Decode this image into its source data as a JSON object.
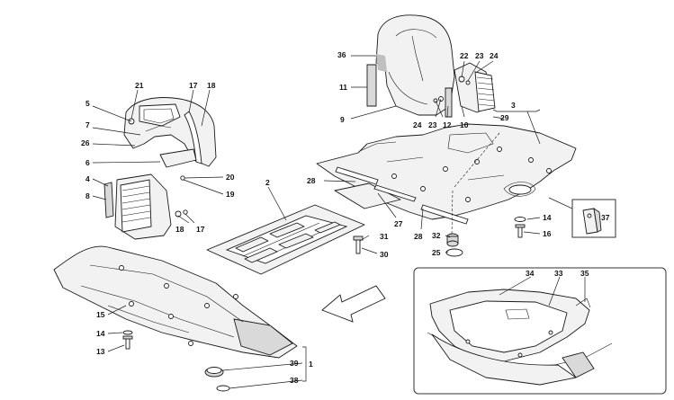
{
  "callouts": [
    {
      "id": "c1",
      "text": "1"
    },
    {
      "id": "c2",
      "text": "2"
    },
    {
      "id": "c3",
      "text": "3"
    },
    {
      "id": "c4",
      "text": "4"
    },
    {
      "id": "c5",
      "text": "5"
    },
    {
      "id": "c6",
      "text": "6"
    },
    {
      "id": "c7",
      "text": "7"
    },
    {
      "id": "c8",
      "text": "8"
    },
    {
      "id": "c9",
      "text": "9"
    },
    {
      "id": "c10",
      "text": "10"
    },
    {
      "id": "c11",
      "text": "11"
    },
    {
      "id": "c12",
      "text": "12"
    },
    {
      "id": "c13",
      "text": "13"
    },
    {
      "id": "c14a",
      "text": "14"
    },
    {
      "id": "c14b",
      "text": "14"
    },
    {
      "id": "c15",
      "text": "15"
    },
    {
      "id": "c16",
      "text": "16"
    },
    {
      "id": "c17a",
      "text": "17"
    },
    {
      "id": "c17b",
      "text": "17"
    },
    {
      "id": "c18a",
      "text": "18"
    },
    {
      "id": "c18b",
      "text": "18"
    },
    {
      "id": "c19",
      "text": "19"
    },
    {
      "id": "c20",
      "text": "20"
    },
    {
      "id": "c21",
      "text": "21"
    },
    {
      "id": "c22",
      "text": "22"
    },
    {
      "id": "c23a",
      "text": "23"
    },
    {
      "id": "c23b",
      "text": "23"
    },
    {
      "id": "c24a",
      "text": "24"
    },
    {
      "id": "c24b",
      "text": "24"
    },
    {
      "id": "c25",
      "text": "25"
    },
    {
      "id": "c26",
      "text": "26"
    },
    {
      "id": "c27",
      "text": "27"
    },
    {
      "id": "c28a",
      "text": "28"
    },
    {
      "id": "c28b",
      "text": "28"
    },
    {
      "id": "c29",
      "text": "29"
    },
    {
      "id": "c30",
      "text": "30"
    },
    {
      "id": "c31",
      "text": "31"
    },
    {
      "id": "c32",
      "text": "32"
    },
    {
      "id": "c33",
      "text": "33"
    },
    {
      "id": "c34",
      "text": "34"
    },
    {
      "id": "c35",
      "text": "35"
    },
    {
      "id": "c36",
      "text": "36"
    },
    {
      "id": "c37",
      "text": "37"
    },
    {
      "id": "c38",
      "text": "38"
    },
    {
      "id": "c39",
      "text": "39"
    }
  ]
}
